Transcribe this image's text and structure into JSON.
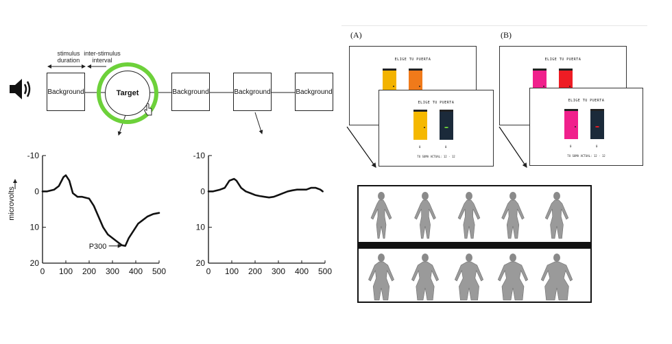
{
  "paradigm": {
    "stimulus_duration": "stimulus\nduration",
    "inter_stimulus_interval": "inter-stimulus\ninterval",
    "boxes": [
      "Background",
      "Target",
      "Background",
      "Background",
      "Background"
    ]
  },
  "chart_data": [
    {
      "type": "line",
      "ylabel": "microvolts",
      "annotation": "P300",
      "xlim": [
        0,
        500
      ],
      "ylim": [
        -10,
        20
      ],
      "y_inverted": true,
      "xticks": [
        0,
        100,
        200,
        300,
        400,
        500
      ],
      "yticks": [
        -10,
        0,
        10,
        20
      ],
      "series": [
        {
          "x": [
            0,
            20,
            50,
            70,
            90,
            100,
            115,
            130,
            150,
            170,
            200,
            220,
            240,
            260,
            280,
            300,
            320,
            340,
            355,
            370,
            390,
            410,
            430,
            450,
            475,
            500
          ],
          "y": [
            0,
            0,
            -0.5,
            -1.5,
            -4,
            -4.5,
            -3,
            0.5,
            1.5,
            1.5,
            2,
            4,
            7,
            10,
            12,
            13,
            14,
            15,
            15.2,
            13,
            11,
            9,
            8,
            7,
            6.3,
            6
          ]
        }
      ]
    },
    {
      "type": "line",
      "xlim": [
        0,
        500
      ],
      "ylim": [
        -10,
        20
      ],
      "y_inverted": true,
      "xticks": [
        0,
        100,
        200,
        300,
        400,
        500
      ],
      "yticks": [
        -10,
        0,
        10,
        20
      ],
      "series": [
        {
          "x": [
            0,
            20,
            50,
            70,
            90,
            110,
            120,
            140,
            160,
            180,
            200,
            220,
            240,
            260,
            280,
            300,
            320,
            340,
            360,
            380,
            400,
            420,
            440,
            460,
            480,
            490
          ],
          "y": [
            0,
            0,
            -0.5,
            -1,
            -3,
            -3.5,
            -3,
            -1,
            0,
            0.5,
            1,
            1.3,
            1.5,
            1.7,
            1.5,
            1,
            0.5,
            0,
            -0.3,
            -0.5,
            -0.5,
            -0.5,
            -1,
            -1,
            -0.5,
            0
          ]
        }
      ]
    }
  ],
  "game": {
    "panel_a": "(A)",
    "panel_b": "(B)",
    "screen_title": "ELIGE TU PUERTA",
    "screen_footer": "TU SUMA ACTUAL: 12 · 12",
    "door_label_0": "0",
    "door_label_1": "0",
    "a_back_colors": [
      "#f3b300",
      "#f07a1a"
    ],
    "a_front_colors": [
      "#f5b800",
      "#1b2a3a"
    ],
    "b_back_colors": [
      "#f0208c",
      "#ee1c24"
    ],
    "b_front_colors": [
      "#f0208c",
      "#1b2a3a"
    ]
  },
  "bodies": {
    "rows": 2,
    "per_row": 5
  }
}
